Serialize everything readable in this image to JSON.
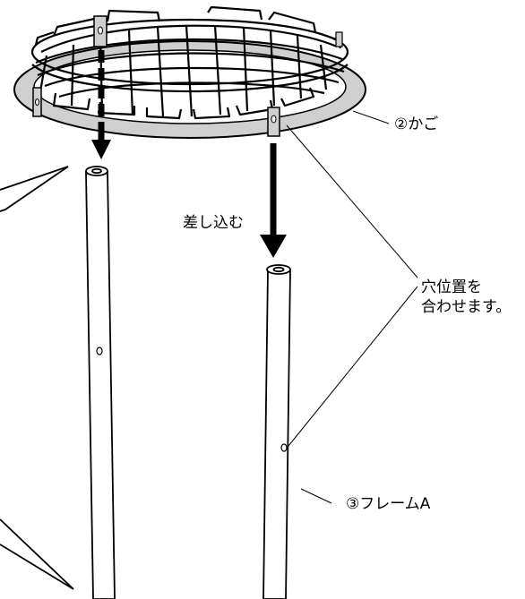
{
  "labels": {
    "basket": "②かご",
    "insert": "差し込む",
    "align_line1": "穴位置を",
    "align_line2": "合わせます。",
    "frame": "③フレームA"
  },
  "colors": {
    "line": "#000000",
    "ring_fill": "#cfcfcf",
    "background": "#ffffff"
  },
  "icons": [
    "down-arrow-icon",
    "down-arrow-icon"
  ]
}
